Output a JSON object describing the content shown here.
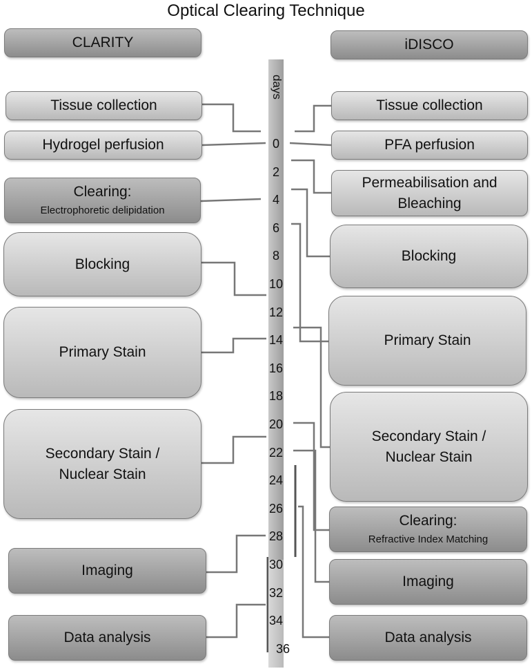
{
  "title": "Optical Clearing Technique",
  "timeline": {
    "label": "days",
    "ticks": [
      "0",
      "2",
      "4",
      "6",
      "8",
      "10",
      "12",
      "14",
      "16",
      "18",
      "20",
      "22",
      "24",
      "26",
      "28",
      "30",
      "32",
      "34",
      "36"
    ]
  },
  "left": {
    "header": "CLARITY",
    "steps": [
      {
        "line1": "Tissue collection"
      },
      {
        "line1": "Hydrogel perfusion"
      },
      {
        "line1": "Clearing:",
        "line2": "Electrophoretic delipidation"
      },
      {
        "line1": "Blocking"
      },
      {
        "line1": "Primary Stain"
      },
      {
        "line1": "Secondary Stain /",
        "line2": "Nuclear Stain"
      },
      {
        "line1": "Imaging"
      },
      {
        "line1": "Data analysis"
      }
    ]
  },
  "right": {
    "header": "iDISCO",
    "steps": [
      {
        "line1": "Tissue collection"
      },
      {
        "line1": "PFA perfusion"
      },
      {
        "line1": "Permeabilisation and",
        "line2": "Bleaching"
      },
      {
        "line1": "Blocking"
      },
      {
        "line1": "Primary Stain"
      },
      {
        "line1": "Secondary Stain /",
        "line2": "Nuclear Stain"
      },
      {
        "line1": "Clearing:",
        "line2": "Refractive Index Matching"
      },
      {
        "line1": "Imaging"
      },
      {
        "line1": "Data analysis"
      }
    ]
  }
}
